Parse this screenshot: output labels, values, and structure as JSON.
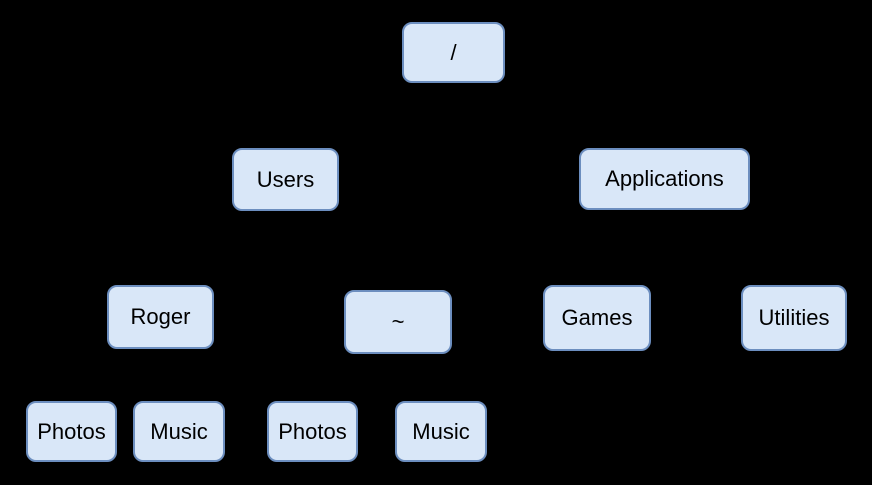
{
  "diagram": {
    "type": "tree",
    "background_color": "#000000",
    "node_fill_color": "#d9e7f8",
    "node_border_color": "#6c8ebf",
    "node_text_color": "#000000",
    "nodes": {
      "root": {
        "label": "/"
      },
      "users": {
        "label": "Users"
      },
      "applications": {
        "label": "Applications"
      },
      "roger": {
        "label": "Roger"
      },
      "home": {
        "label": "~"
      },
      "games": {
        "label": "Games"
      },
      "utilities": {
        "label": "Utilities"
      },
      "roger_photos": {
        "label": "Photos"
      },
      "roger_music": {
        "label": "Music"
      },
      "home_photos": {
        "label": "Photos"
      },
      "home_music": {
        "label": "Music"
      }
    }
  }
}
